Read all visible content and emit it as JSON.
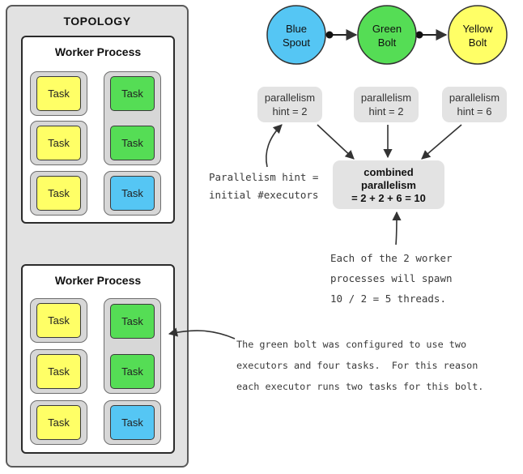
{
  "topology": {
    "title": "TOPOLOGY",
    "workers": [
      {
        "title": "Worker Process",
        "left": [
          {
            "label": "Task",
            "color": "yellow"
          },
          {
            "label": "Task",
            "color": "yellow"
          },
          {
            "label": "Task",
            "color": "yellow"
          }
        ],
        "right_group": [
          {
            "label": "Task",
            "color": "green"
          },
          {
            "label": "Task",
            "color": "green"
          }
        ],
        "right_single": {
          "label": "Task",
          "color": "blue"
        }
      },
      {
        "title": "Worker Process",
        "left": [
          {
            "label": "Task",
            "color": "yellow"
          },
          {
            "label": "Task",
            "color": "yellow"
          },
          {
            "label": "Task",
            "color": "yellow"
          }
        ],
        "right_group": [
          {
            "label": "Task",
            "color": "green"
          },
          {
            "label": "Task",
            "color": "green"
          }
        ],
        "right_single": {
          "label": "Task",
          "color": "blue"
        }
      }
    ]
  },
  "nodes": [
    {
      "line1": "Blue",
      "line2": "Spout",
      "color": "#55c6f4"
    },
    {
      "line1": "Green",
      "line2": "Bolt",
      "color": "#55dd55"
    },
    {
      "line1": "Yellow",
      "line2": "Bolt",
      "color": "#ffff66"
    }
  ],
  "hints": [
    {
      "line1": "parallelism",
      "line2": "hint = 2"
    },
    {
      "line1": "parallelism",
      "line2": "hint = 2"
    },
    {
      "line1": "parallelism",
      "line2": "hint = 6"
    }
  ],
  "combined": {
    "line1": "combined",
    "line2": "parallelism",
    "line3": "= 2 + 2 + 6 = 10"
  },
  "notes": {
    "hint_note": [
      "Parallelism hint =",
      "initial #executors"
    ],
    "workers_note": [
      "Each of the 2 worker",
      "processes will spawn",
      "10 / 2 = 5 threads."
    ],
    "bolt_note": [
      "The green bolt was configured to use two",
      "executors and four tasks.  For this reason",
      "each executor runs two tasks for this bolt."
    ]
  },
  "colors": {
    "yellow": "#ffff66",
    "green": "#55dd55",
    "blue": "#55c6f4"
  }
}
